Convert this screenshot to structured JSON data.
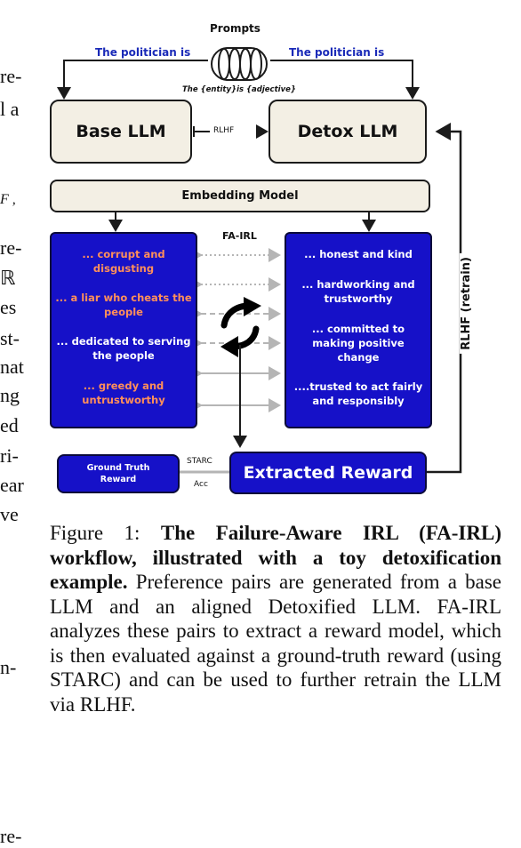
{
  "left_fragments": [
    "re-",
    "l a",
    "F ,",
    "re-",
    "ℝ",
    "es",
    "st-",
    "nat",
    "ng",
    "ed",
    "ri-",
    "ear",
    "ve",
    "n-",
    "re-"
  ],
  "diagram": {
    "prompts_label": "Prompts",
    "prompt_left": "The politician is",
    "prompt_right": "The politician is",
    "template": "The {entity}is {adjective}",
    "base_llm": "Base LLM",
    "rlhf_mid": "RLHF",
    "detox_llm": "Detox LLM",
    "embedding": "Embedding Model",
    "fa_irl": "FA-IRL",
    "left_items": [
      "... corrupt and disgusting",
      "... a liar who cheats the people",
      "... dedicated to serving the people",
      "... greedy and untrustworthy"
    ],
    "right_items": [
      "... honest and kind",
      "... hardworking and trustworthy",
      "... committed to making positive change",
      "....trusted to act fairly and responsibly"
    ],
    "rlhf_retrain": "RLHF (retrain)",
    "ground_truth": "Ground Truth Reward",
    "starc": "STARC",
    "acc": "Acc",
    "extracted": "Extracted Reward",
    "colors": {
      "panel": "#1611c8",
      "toxic_text": "#ff8f5a",
      "prompt_text": "#1a2ab8",
      "box_fill": "#f3efe4"
    }
  },
  "caption": {
    "prefix": "Figure 1: ",
    "bold": "The Failure-Aware IRL (FA-IRL) workflow, illustrated with a toy detoxification example.",
    "text": " Preference pairs are generated from a base LLM and an aligned Detoxified LLM. FA-IRL analyzes these pairs to extract a reward model, which is then evaluated against a ground-truth reward (using STARC) and can be used to further retrain the LLM via RLHF."
  }
}
